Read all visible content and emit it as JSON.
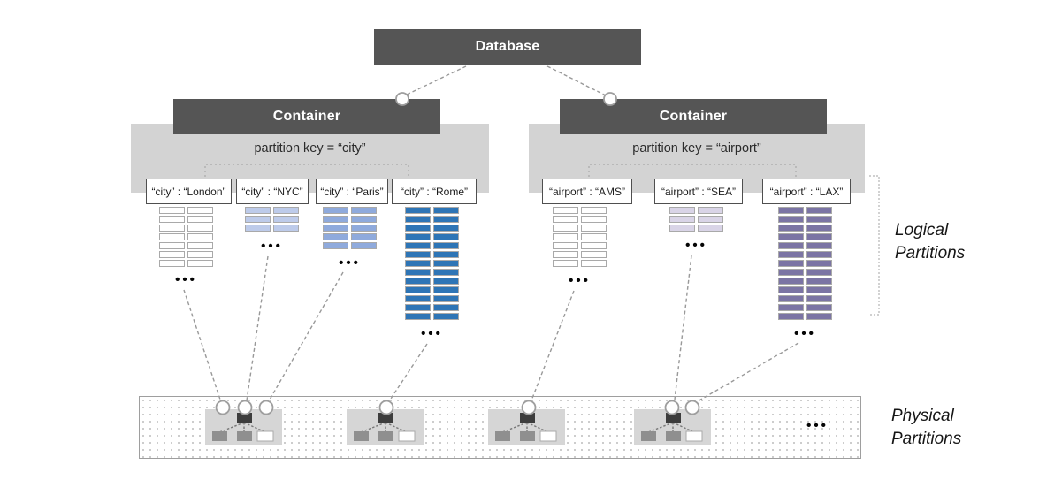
{
  "database": {
    "label": "Database"
  },
  "containers": [
    {
      "label": "Container",
      "partition_key_label": "partition key = “city”",
      "partitions": [
        {
          "label": "“city” : “London”",
          "rows": 7,
          "fill": "#ffffff"
        },
        {
          "label": "“city” : “NYC”",
          "rows": 3,
          "fill": "#bdcbea"
        },
        {
          "label": "“city” : “Paris”",
          "rows": 5,
          "fill": "#8faadc"
        },
        {
          "label": "“city” : “Rome”",
          "rows": 13,
          "fill": "#2e75b6"
        }
      ]
    },
    {
      "label": "Container",
      "partition_key_label": "partition key = “airport”",
      "partitions": [
        {
          "label": "“airport” : “AMS”",
          "rows": 7,
          "fill": "#ffffff"
        },
        {
          "label": "“airport” : “SEA”",
          "rows": 3,
          "fill": "#d9d4e7"
        },
        {
          "label": "“airport” : “LAX”",
          "rows": 13,
          "fill": "#7b74a4"
        }
      ]
    }
  ],
  "ellipsis": "•••",
  "physical_partitions": {
    "clusters": [
      {
        "connection_points": 3
      },
      {
        "connection_points": 1
      },
      {
        "connection_points": 1
      },
      {
        "connection_points": 2
      }
    ],
    "ellipsis": "•••"
  },
  "side_labels": {
    "logical": "Logical Partitions",
    "physical": "Physical Partitions"
  },
  "colors": {
    "darkBox": "#555555",
    "panel": "#d3d3d3",
    "labelBoxBorder": "#4f4f4f",
    "connector": "#999999",
    "stackBorder": "#a9a9a9",
    "clusterBg": "#d6d6d6",
    "clusterDark": "#3d3d3d",
    "clusterGray": "#8f8f8f",
    "dotGrid": "#c9c9c9",
    "accentBlue": "#2e75b6",
    "accentPurple": "#7b74a4"
  }
}
